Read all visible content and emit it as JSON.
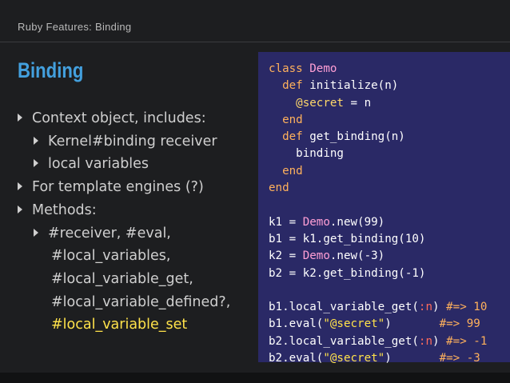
{
  "header": {
    "section": "Ruby Features: Binding"
  },
  "title": "Binding",
  "bullets": [
    {
      "text": "Context object, includes:",
      "level": 0
    },
    {
      "text": "Kernel#binding receiver",
      "level": 1
    },
    {
      "text": "local variables",
      "level": 1
    },
    {
      "text": "For template engines (?)",
      "level": 0
    },
    {
      "text": "Methods:",
      "level": 0
    },
    {
      "text": "#receiver, #eval,",
      "level": 1
    },
    {
      "text": "#local_variables,",
      "level": 2
    },
    {
      "text": "#local_variable_get,",
      "level": 2
    },
    {
      "text": "#local_variable_defined?,",
      "level": 2
    },
    {
      "text": "#local_variable_set",
      "level": 2,
      "highlight": true
    }
  ],
  "code": {
    "lines": [
      [
        [
          "kw",
          "class "
        ],
        [
          "cls",
          "Demo"
        ]
      ],
      [
        [
          "txt",
          "  "
        ],
        [
          "kw",
          "def "
        ],
        [
          "txt",
          "initialize(n)"
        ]
      ],
      [
        [
          "txt",
          "    "
        ],
        [
          "ivar",
          "@secret"
        ],
        [
          "txt",
          " = n"
        ]
      ],
      [
        [
          "txt",
          "  "
        ],
        [
          "kw",
          "end"
        ]
      ],
      [
        [
          "txt",
          "  "
        ],
        [
          "kw",
          "def "
        ],
        [
          "txt",
          "get_binding(n)"
        ]
      ],
      [
        [
          "txt",
          "    binding"
        ]
      ],
      [
        [
          "txt",
          "  "
        ],
        [
          "kw",
          "end"
        ]
      ],
      [
        [
          "kw",
          "end"
        ]
      ],
      [
        [
          "txt",
          ""
        ]
      ],
      [
        [
          "txt",
          "k1 = "
        ],
        [
          "cls",
          "Demo"
        ],
        [
          "txt",
          ".new(99)"
        ]
      ],
      [
        [
          "txt",
          "b1 = k1.get_binding(10)"
        ]
      ],
      [
        [
          "txt",
          "k2 = "
        ],
        [
          "cls",
          "Demo"
        ],
        [
          "txt",
          ".new(-3)"
        ]
      ],
      [
        [
          "txt",
          "b2 = k2.get_binding(-1)"
        ]
      ],
      [
        [
          "txt",
          ""
        ]
      ],
      [
        [
          "txt",
          "b1.local_variable_get("
        ],
        [
          "sym",
          ":n"
        ],
        [
          "txt",
          ") "
        ],
        [
          "cmt",
          "#=> 10"
        ]
      ],
      [
        [
          "txt",
          "b1.eval("
        ],
        [
          "str",
          "\"@secret\""
        ],
        [
          "txt",
          ")       "
        ],
        [
          "cmt",
          "#=> 99"
        ]
      ],
      [
        [
          "txt",
          "b2.local_variable_get("
        ],
        [
          "sym",
          ":n"
        ],
        [
          "txt",
          ") "
        ],
        [
          "cmt",
          "#=> -1"
        ]
      ],
      [
        [
          "txt",
          "b2.eval("
        ],
        [
          "str",
          "\"@secret\""
        ],
        [
          "txt",
          ")       "
        ],
        [
          "cmt",
          "#=> -3"
        ]
      ]
    ]
  }
}
